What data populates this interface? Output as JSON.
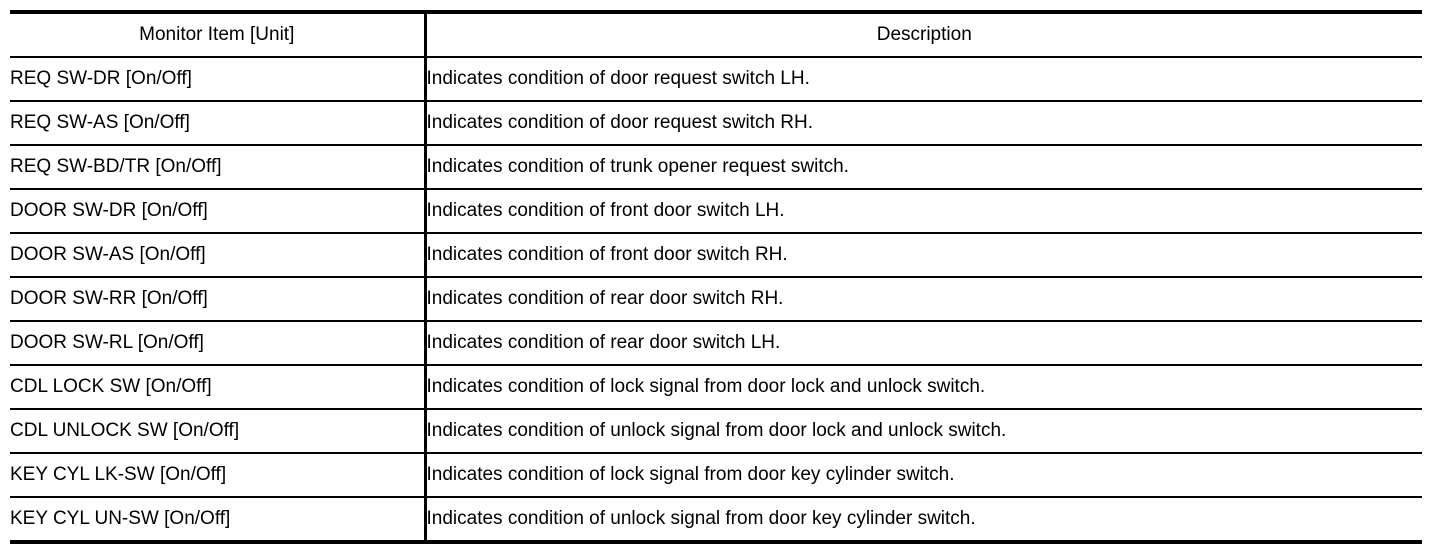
{
  "table": {
    "columns": [
      {
        "key": "item",
        "header": "Monitor Item [Unit]"
      },
      {
        "key": "description",
        "header": "Description"
      }
    ],
    "rows": [
      {
        "item": "REQ SW-DR [On/Off]",
        "description": "Indicates condition of door request switch LH."
      },
      {
        "item": "REQ SW-AS [On/Off]",
        "description": "Indicates condition of door request switch RH."
      },
      {
        "item": "REQ SW-BD/TR [On/Off]",
        "description": "Indicates condition of trunk opener request switch."
      },
      {
        "item": "DOOR SW-DR [On/Off]",
        "description": "Indicates condition of front door switch LH."
      },
      {
        "item": "DOOR SW-AS [On/Off]",
        "description": "Indicates condition of front door switch RH."
      },
      {
        "item": "DOOR SW-RR [On/Off]",
        "description": "Indicates condition of rear door switch RH."
      },
      {
        "item": "DOOR SW-RL [On/Off]",
        "description": "Indicates condition of rear door switch LH."
      },
      {
        "item": "CDL LOCK SW [On/Off]",
        "description": "Indicates condition of lock signal from door lock and unlock switch."
      },
      {
        "item": "CDL UNLOCK SW [On/Off]",
        "description": "Indicates condition of unlock signal from door lock and unlock switch."
      },
      {
        "item": "KEY CYL LK-SW [On/Off]",
        "description": "Indicates condition of lock signal from door key cylinder switch."
      },
      {
        "item": "KEY CYL UN-SW [On/Off]",
        "description": "Indicates condition of unlock signal from door key cylinder switch."
      }
    ]
  },
  "colors": {
    "rule": "#000000",
    "text": "#000000",
    "background": "#ffffff"
  }
}
